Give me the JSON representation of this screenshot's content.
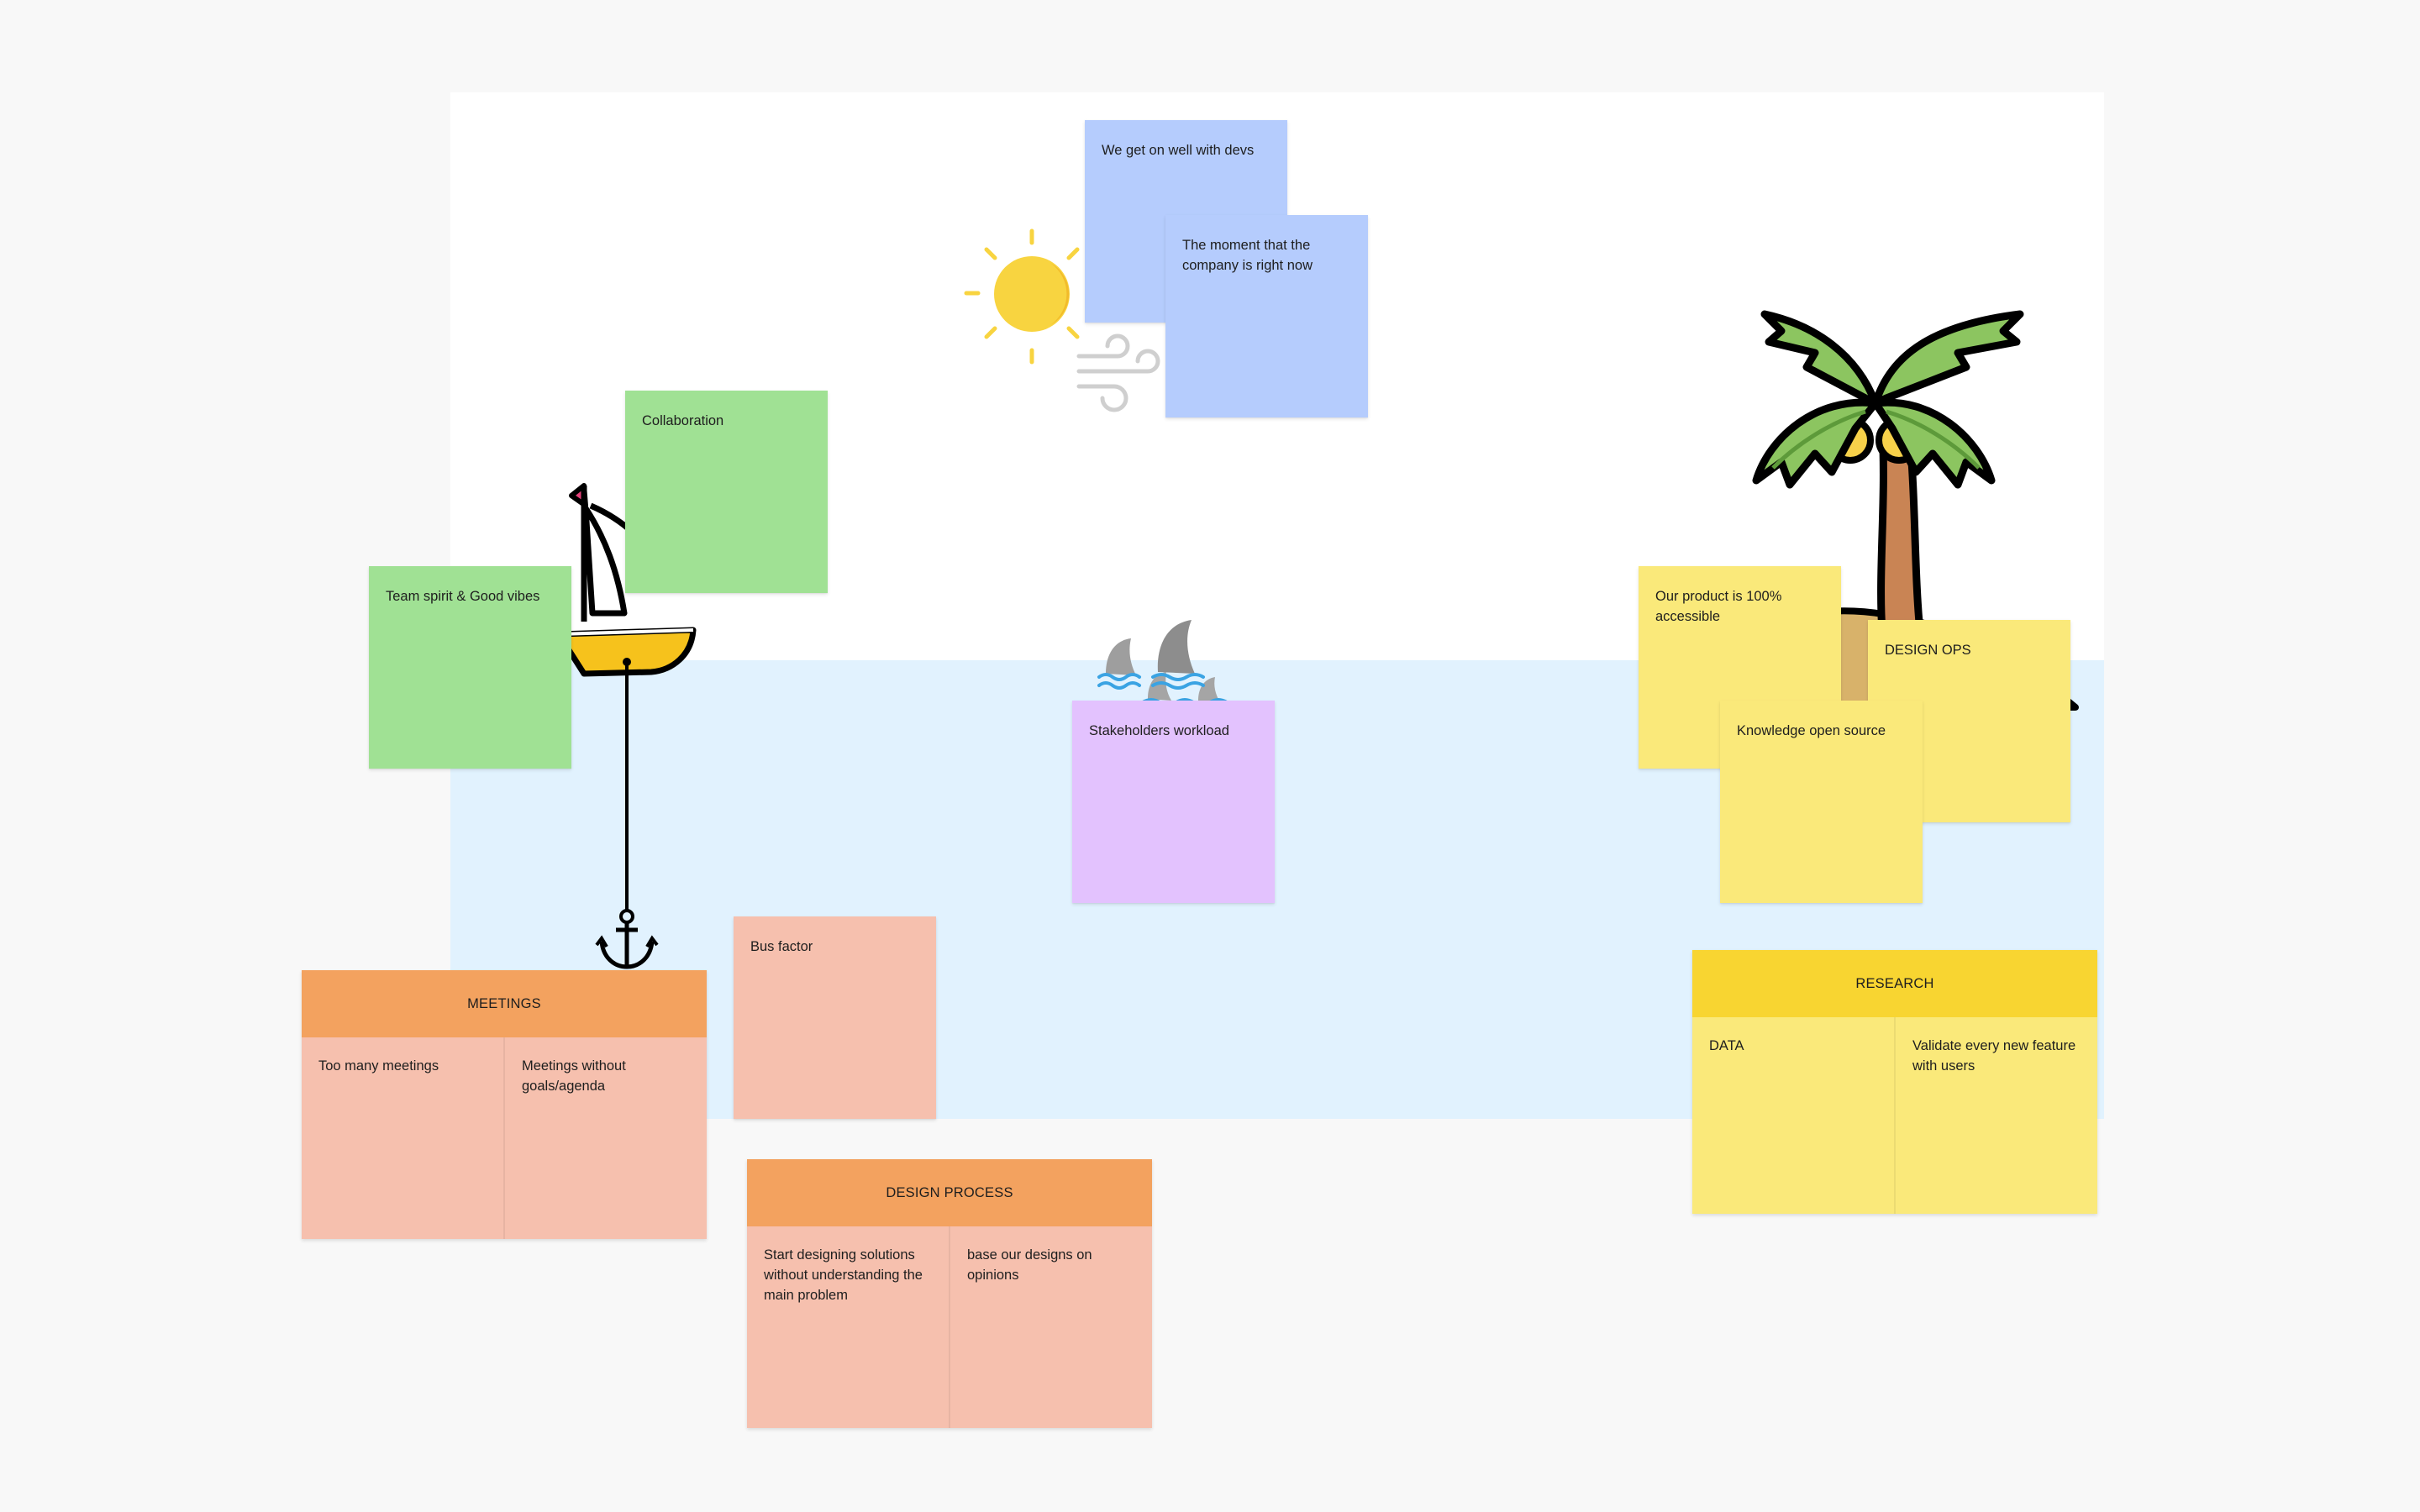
{
  "board": {
    "colors": {
      "background": "#f8f8f8",
      "sky": "#ffffff",
      "sea": "#e1f2fe",
      "green": "#a0e194",
      "blue": "#b5ccfd",
      "purple": "#e3c2fe",
      "pink": "#f6c0ae",
      "yellow": "#fae97a",
      "orange_header": "#f3a25f",
      "gold_header": "#f8d531"
    },
    "icons": [
      "sun-icon",
      "wind-icon",
      "sailboat-icon",
      "anchor-icon",
      "shark-fins-icon",
      "palm-tree-island-icon"
    ]
  },
  "stickies": {
    "devs": "We get on well with devs",
    "company_moment": "The moment that the company is right now",
    "collaboration": "Collaboration",
    "team_spirit": "Team spirit & Good vibes",
    "stakeholders": "Stakeholders workload",
    "bus_factor": "Bus factor",
    "accessible": "Our product is 100% accessible",
    "design_ops": "DESIGN OPS",
    "knowledge": "Knowledge open source"
  },
  "sections": {
    "meetings": {
      "title": "MEETINGS",
      "cells": [
        "Too many meetings",
        "Meetings without goals/agenda"
      ]
    },
    "design_process": {
      "title": "DESIGN PROCESS",
      "cells": [
        "Start designing solutions without understanding the main problem",
        "base our designs on opinions"
      ]
    },
    "research": {
      "title": "RESEARCH",
      "cells": [
        "DATA",
        "Validate every new feature with users"
      ]
    }
  }
}
